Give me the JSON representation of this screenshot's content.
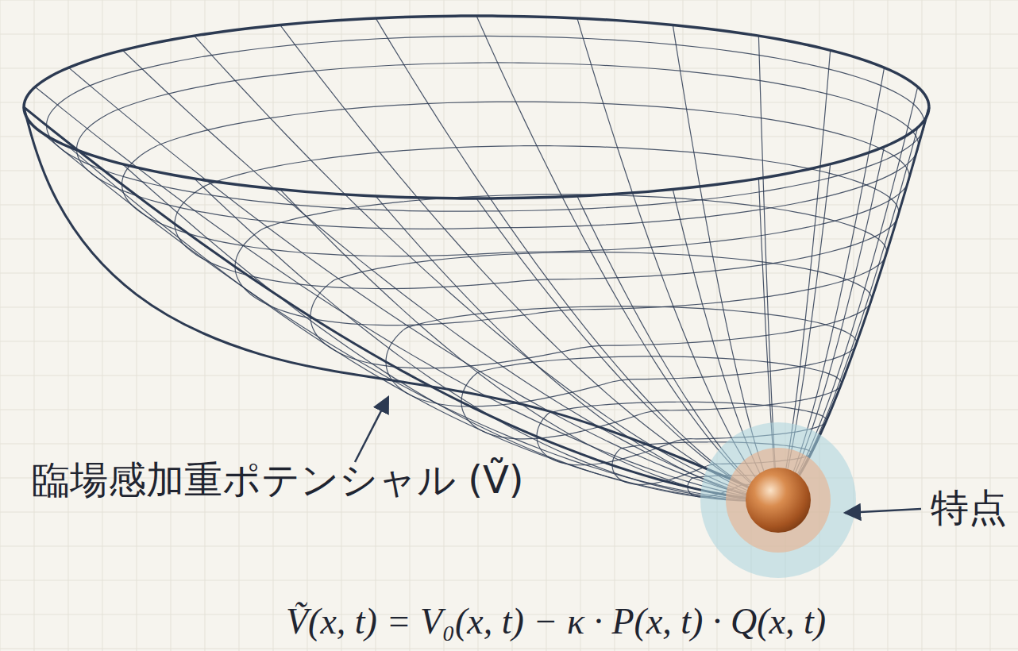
{
  "diagram": {
    "labels": [
      "臨場感加重ポテンシャル (Ṽ)",
      "特点",
      "Ṽ(x, t) = V₀(x, t) − κ · P(x, t) · Q(x, t)"
    ]
  }
}
